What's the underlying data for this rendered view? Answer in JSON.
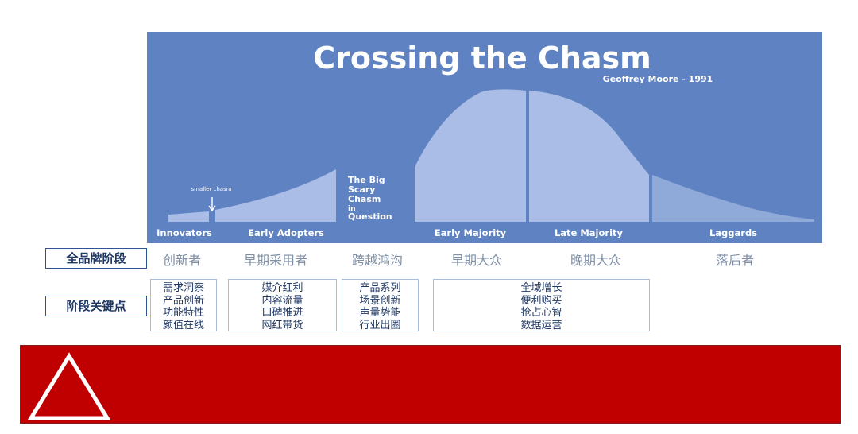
{
  "chart": {
    "title": "Crossing the Chasm",
    "author_note": "Geoffrey Moore - 1991",
    "smaller_chasm": "smaller chasm",
    "big_chasm_lines": [
      "The Big",
      "Scary",
      "Chasm",
      "in",
      "Question"
    ],
    "segments": [
      "Innovators",
      "Early Adopters",
      "Early Majority",
      "Late Majority",
      "Laggards"
    ],
    "colors": {
      "background": "#5f82c2",
      "curve": "#a9bde6",
      "title": "#ffffff"
    }
  },
  "rows": {
    "stage_label": "全品牌阶段",
    "key_label": "阶段关键点"
  },
  "stages": [
    "创新者",
    "早期采用者",
    "跨越鸿沟",
    "早期大众",
    "晚期大众",
    "落后者"
  ],
  "key_points": [
    [
      "需求洞察",
      "产品创新",
      "功能特性",
      "颜值在线"
    ],
    [
      "媒介红利",
      "内容流量",
      "口碑推进",
      "网红带货"
    ],
    [
      "产品系列",
      "场景创新",
      "声量势能",
      "行业出圈"
    ],
    [
      "全域增长",
      "便利购买",
      "抢占心智",
      "数据运营"
    ]
  ],
  "banner": {
    "color": "#c00000"
  }
}
